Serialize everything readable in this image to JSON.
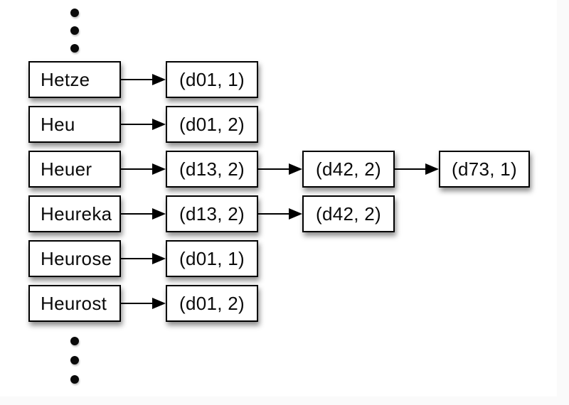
{
  "index": {
    "rows": [
      {
        "term": "Hetze",
        "postings": [
          "(d01, 1)"
        ]
      },
      {
        "term": "Heu",
        "postings": [
          "(d01, 2)"
        ]
      },
      {
        "term": "Heuer",
        "postings": [
          "(d13, 2)",
          "(d42, 2)",
          "(d73, 1)"
        ]
      },
      {
        "term": "Heureka",
        "postings": [
          "(d13, 2)",
          "(d42, 2)"
        ]
      },
      {
        "term": "Heurose",
        "postings": [
          "(d01, 1)"
        ]
      },
      {
        "term": "Heurost",
        "postings": [
          "(d01, 2)"
        ]
      }
    ]
  },
  "colors": {
    "box_fill": "#ffffff",
    "box_border": "#000000",
    "text": "#0a0a0a",
    "slide_background": "#ffffff",
    "frame_background": "#fafafa",
    "shadow": "rgba(0,0,0,0.45)"
  }
}
